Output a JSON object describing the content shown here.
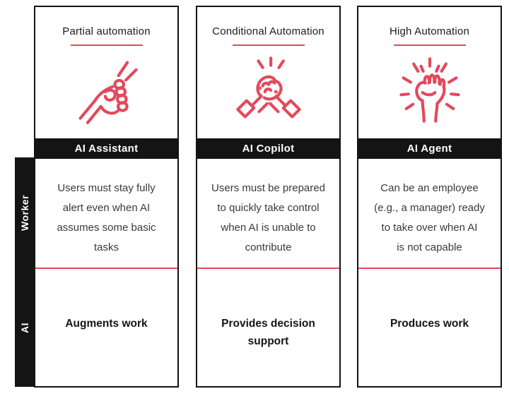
{
  "colors": {
    "accent": "#e2495c",
    "ink": "#141414",
    "body_text": "#3a3a3a"
  },
  "sidebar": {
    "worker_label": "Worker",
    "ai_label": "AI"
  },
  "columns": [
    {
      "title": "Partial automation",
      "banner": "AI Assistant",
      "icon": "helping-hand-icon",
      "body_lines": [
        "Users must stay fully",
        "alert even when AI",
        "assumes some basic",
        "tasks"
      ],
      "bottom_lines": [
        "Augments work",
        ""
      ]
    },
    {
      "title": "Conditional Automation",
      "banner": "AI Copilot",
      "icon": "clasped-hands-icon",
      "body_lines": [
        "Users must be prepared",
        "to quickly take control",
        "when AI is unable to",
        "contribute"
      ],
      "bottom_lines": [
        "Provides decision",
        "support"
      ]
    },
    {
      "title": "High Automation",
      "banner": "AI Agent",
      "icon": "raised-fist-icon",
      "body_lines": [
        "Can be an employee",
        "(e.g., a manager) ready",
        "to take over when AI",
        "is not capable"
      ],
      "bottom_lines": [
        "Produces work",
        ""
      ]
    }
  ]
}
